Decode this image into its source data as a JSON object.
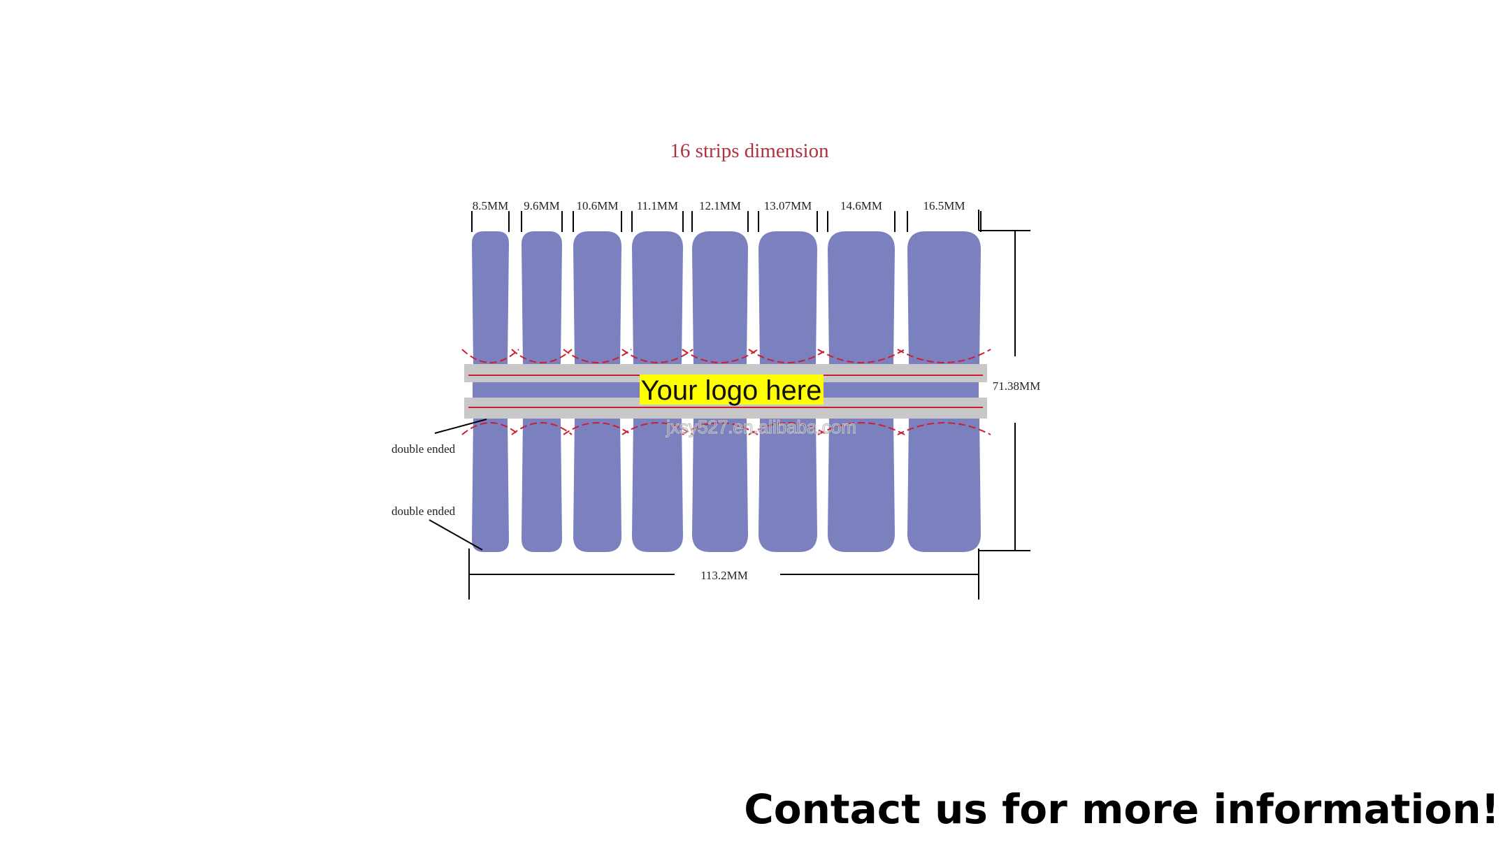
{
  "title": "16 strips dimension",
  "colors": {
    "strip": "#7b80bf",
    "title": "#b03040",
    "cut_line": "#cc1f2e",
    "band": "#c8c8c8",
    "logo_bg": "#ffff00"
  },
  "widths": [
    {
      "label": "8.5MM",
      "mm": 8.5
    },
    {
      "label": "9.6MM",
      "mm": 9.6
    },
    {
      "label": "10.6MM",
      "mm": 10.6
    },
    {
      "label": "11.1MM",
      "mm": 11.1
    },
    {
      "label": "12.1MM",
      "mm": 12.1
    },
    {
      "label": "13.07MM",
      "mm": 13.07
    },
    {
      "label": "14.6MM",
      "mm": 14.6
    },
    {
      "label": "16.5MM",
      "mm": 16.5
    }
  ],
  "rows": 2,
  "logo_text": "Your logo here",
  "height_label": "71.38MM",
  "total_width_label": "113.2MM",
  "annotations": [
    "double ended",
    "double ended"
  ],
  "watermark": "jxsy527.en.alibaba.com",
  "contact_text": "Contact us for more information!"
}
